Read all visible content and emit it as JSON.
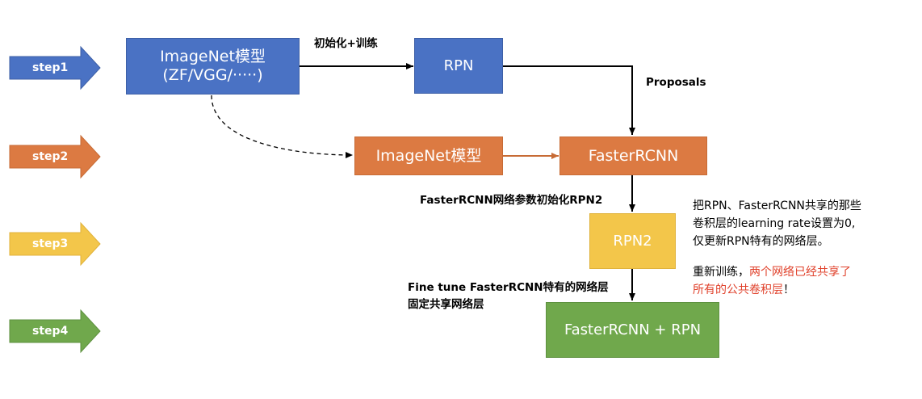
{
  "colors": {
    "blue": "#4a72c4",
    "orange": "#dc7a42",
    "yellow": "#f3c64a",
    "green": "#70a84c",
    "highlight_red": "#e0412b"
  },
  "steps": [
    "step1",
    "step2",
    "step3",
    "step4"
  ],
  "nodes": {
    "imagenet_top": [
      "ImageNet模型",
      "(ZF/VGG/·····)"
    ],
    "rpn": "RPN",
    "imagenet_mid": "ImageNet模型",
    "faster_rcnn": "FasterRCNN",
    "rpn2": "RPN2",
    "final": "FasterRCNN + RPN"
  },
  "edge_labels": {
    "init_train": "初始化+训练",
    "proposals": "Proposals",
    "init_rpn2": "FasterRCNN网络参数初始化RPN2",
    "finetune": [
      "Fine tune FasterRCNN特有的网络层",
      "固定共享网络层"
    ]
  },
  "notes": {
    "lr": [
      "把RPN、FasterRCNN共享的那些",
      "卷积层的learning rate设置为0,",
      "仅更新RPN特有的网络层。"
    ],
    "retrain_prefix": "重新训练，",
    "retrain_highlight_1": "两个网络已经共享了",
    "retrain_highlight_2": "所有的公共卷积层",
    "retrain_suffix": "！"
  }
}
